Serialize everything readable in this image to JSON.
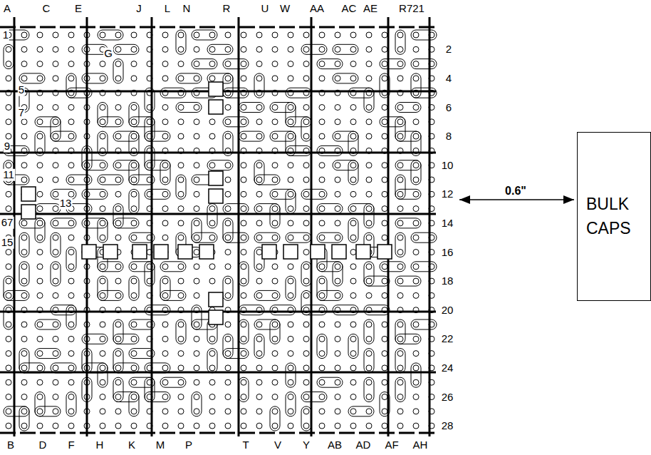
{
  "diagram": {
    "nodes": [
      {
        "text": [
          "BULK CAPS"
        ]
      }
    ],
    "labels": [
      "A",
      "C",
      "E",
      "G",
      "J",
      "L",
      "N",
      "R",
      "U",
      "W",
      "AA",
      "AC",
      "AE",
      "R721",
      "1",
      "5",
      "7",
      "9",
      "11",
      "13",
      "15",
      "67",
      "2",
      "4",
      "6",
      "8",
      "10",
      "12",
      "14",
      "16",
      "18",
      "20",
      "22",
      "24",
      "26",
      "28",
      "B",
      "D",
      "F",
      "H",
      "K",
      "M",
      "P",
      "T",
      "V",
      "Y",
      "AB",
      "AD",
      "AF",
      "AH",
      "0.6\""
    ]
  }
}
